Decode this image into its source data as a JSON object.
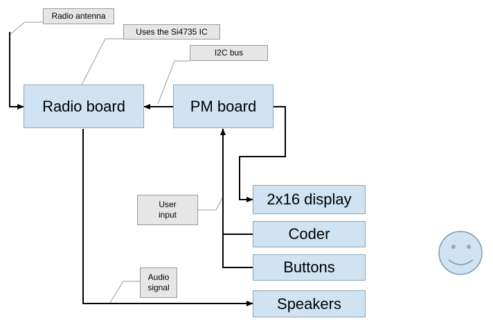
{
  "blocks": {
    "radio_board": "Radio board",
    "pm_board": "PM board",
    "display": "2x16 display",
    "coder": "Coder",
    "buttons": "Buttons",
    "speakers": "Speakers"
  },
  "notes": {
    "radio_antenna": "Radio antenna",
    "si4735": "Uses the Si4735 IC",
    "i2c_bus": "I2C bus",
    "user_input_1": "User",
    "user_input_2": "input",
    "audio_signal_1": "Audio",
    "audio_signal_2": "signal"
  },
  "colors": {
    "block_fill": "#cfe3f2",
    "block_border": "#8aa4b8",
    "note_fill": "#e6e6e6",
    "note_border": "#999999",
    "wire": "#000000",
    "callout": "#999999",
    "smiley_fill": "#cfe3f2",
    "smiley_border": "#7a9bb3"
  },
  "icons": {
    "smiley": "smiley-face-icon"
  }
}
